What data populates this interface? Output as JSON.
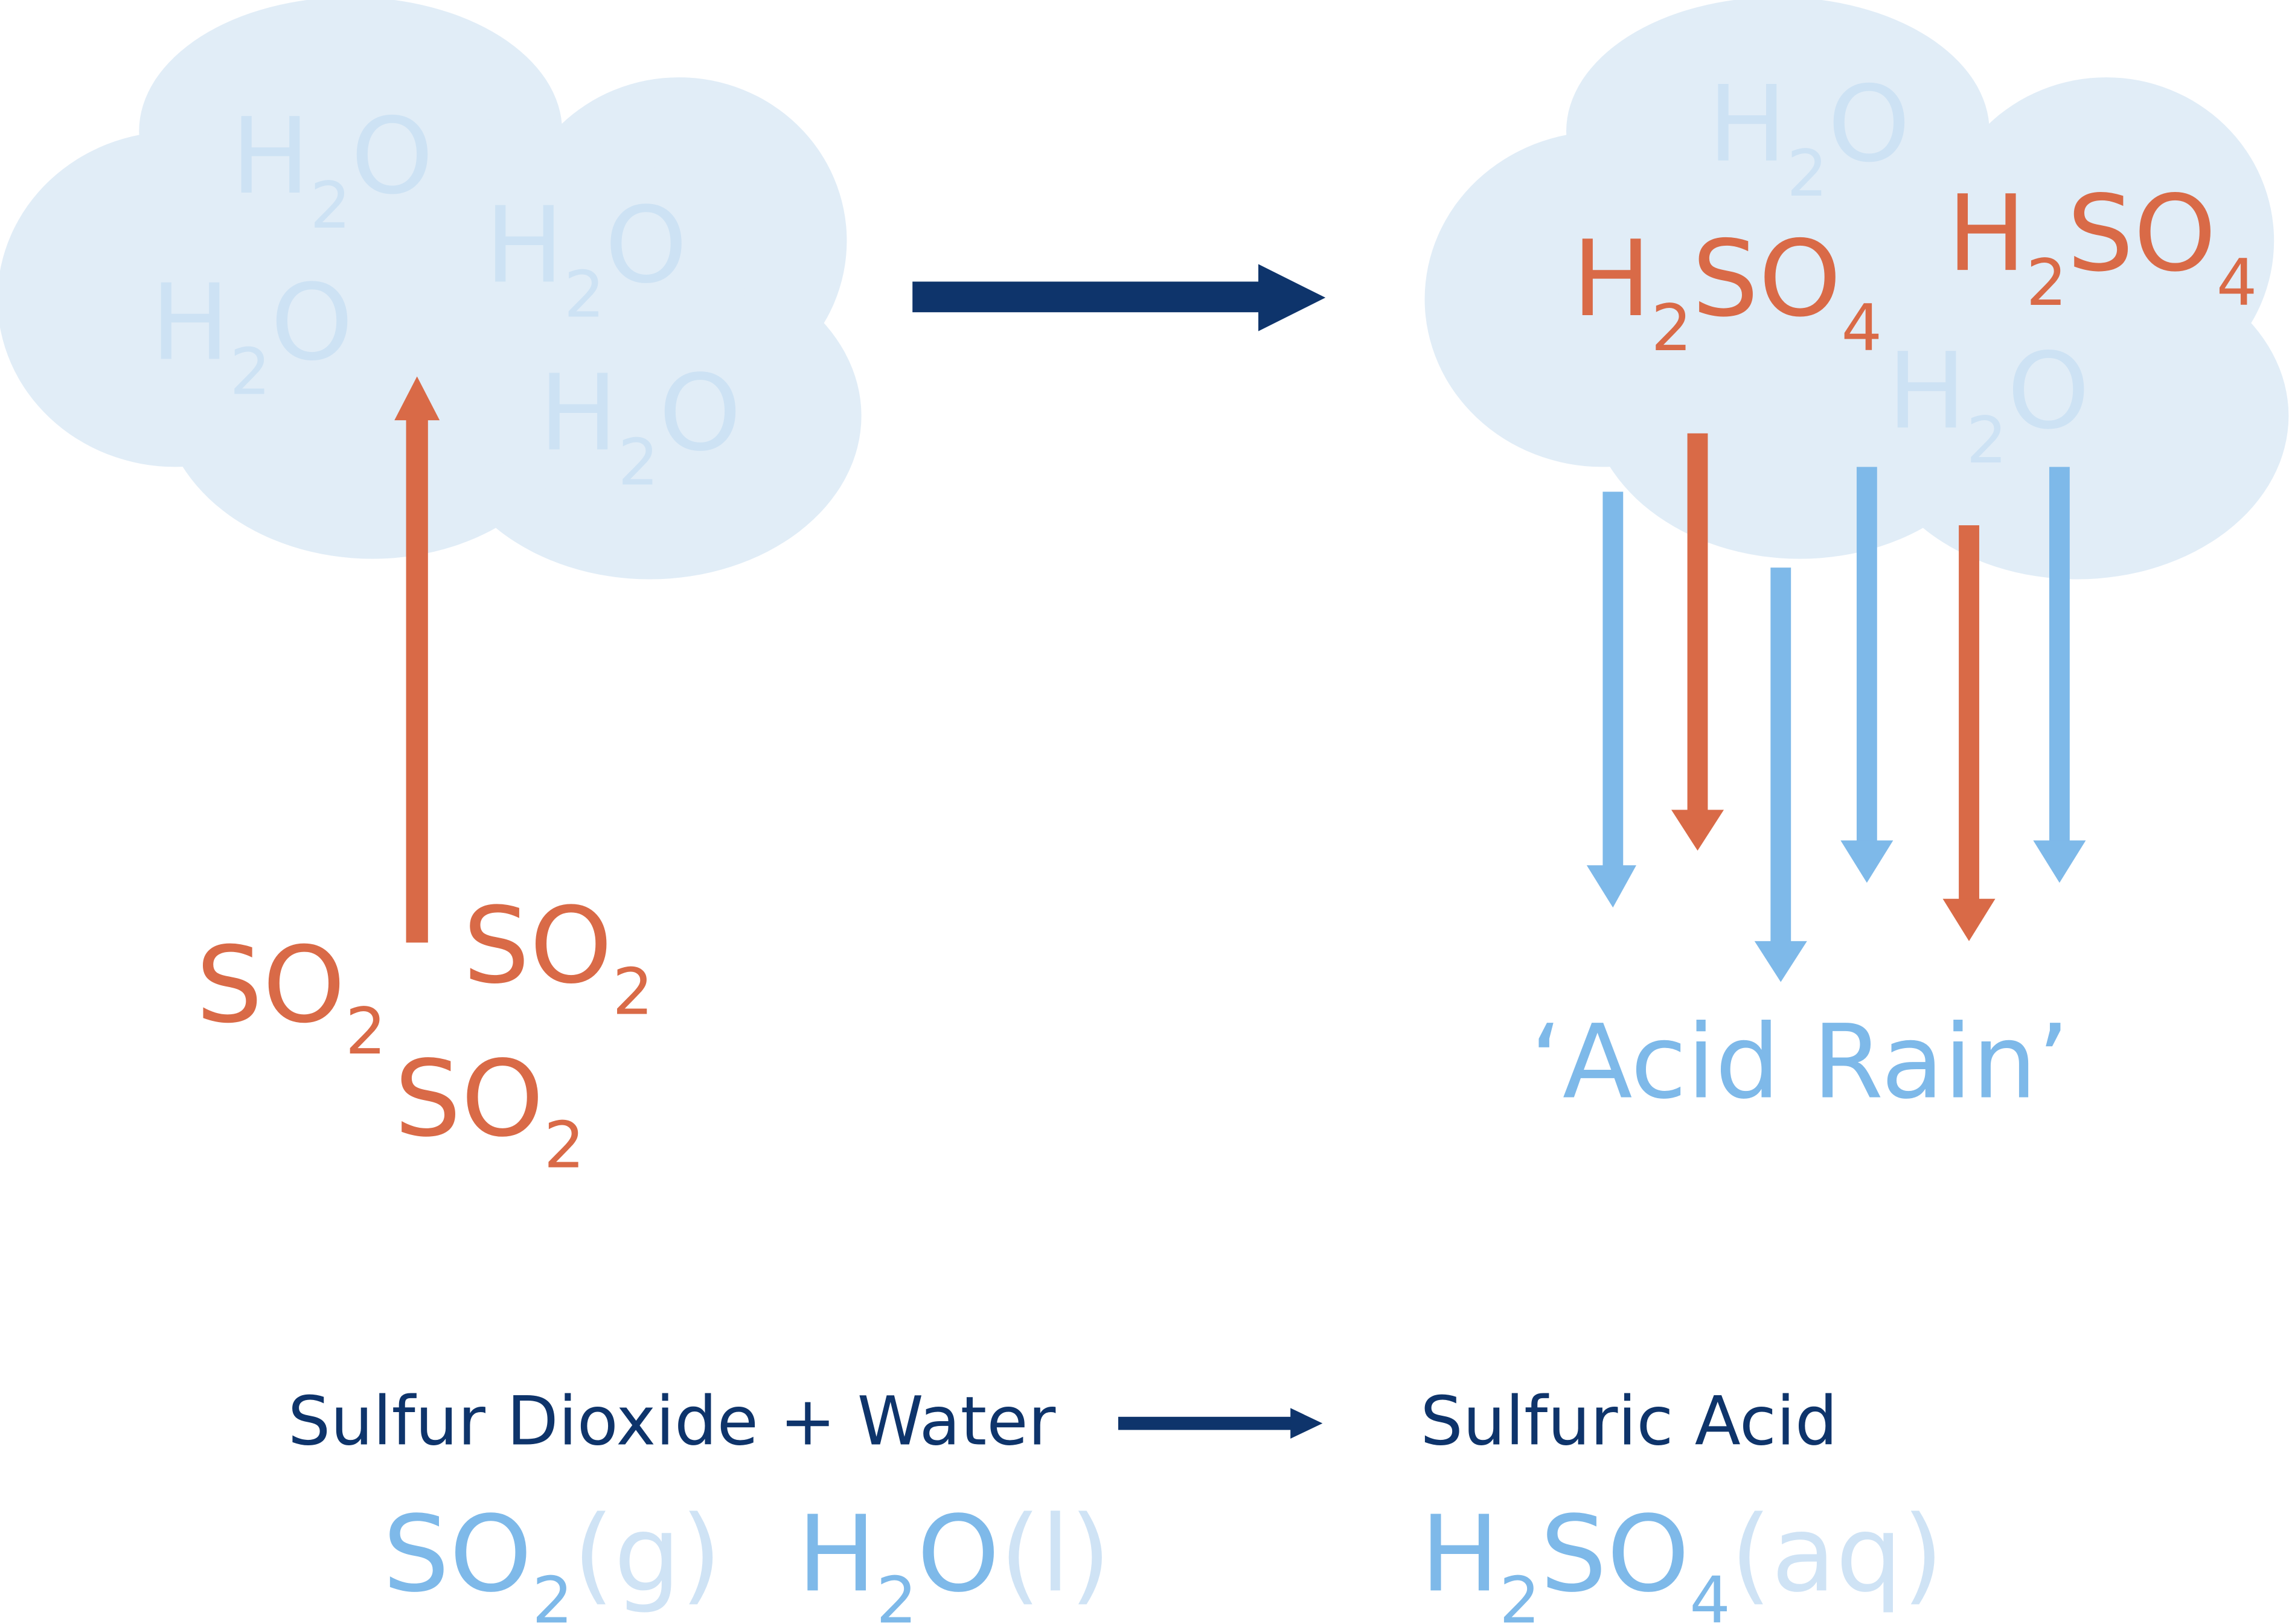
{
  "colors": {
    "cloud": "#e1edf7",
    "water_faint": "#cde2f4",
    "acid_orange": "#d96a47",
    "rain_blue": "#7eb9e9",
    "navy": "#0e346b",
    "state_light": "#cfe3f5"
  },
  "left_cloud": {
    "molecules": [
      {
        "main": "H",
        "sub": "2",
        "tail": "O"
      },
      {
        "main": "H",
        "sub": "2",
        "tail": "O"
      },
      {
        "main": "H",
        "sub": "2",
        "tail": "O"
      },
      {
        "main": "H",
        "sub": "2",
        "tail": "O"
      }
    ]
  },
  "emissions": {
    "molecules": [
      {
        "main": "SO",
        "sub": "2"
      },
      {
        "main": "SO",
        "sub": "2"
      },
      {
        "main": "SO",
        "sub": "2"
      }
    ]
  },
  "right_cloud": {
    "water": [
      {
        "main": "H",
        "sub": "2",
        "tail": "O"
      },
      {
        "main": "H",
        "sub": "2",
        "tail": "O"
      }
    ],
    "acid": [
      {
        "p1": "H",
        "s1": "2",
        "p2": "SO",
        "s2": "4"
      },
      {
        "p1": "H",
        "s1": "2",
        "p2": "SO",
        "s2": "4"
      }
    ]
  },
  "rain_label": "‘Acid Rain’",
  "word_equation": {
    "reactants": "Sulfur Dioxide + Water",
    "product": "Sulfuric Acid"
  },
  "symbol_equation": {
    "so2": {
      "main": "SO",
      "sub": "2",
      "state": "(g)"
    },
    "h2o": {
      "p1": "H",
      "sub": "2",
      "p2": "O",
      "state": "(l)"
    },
    "h2so4": {
      "p1": "H",
      "s1": "2",
      "p2": "SO",
      "s2": "4",
      "state": "(aq)"
    }
  }
}
